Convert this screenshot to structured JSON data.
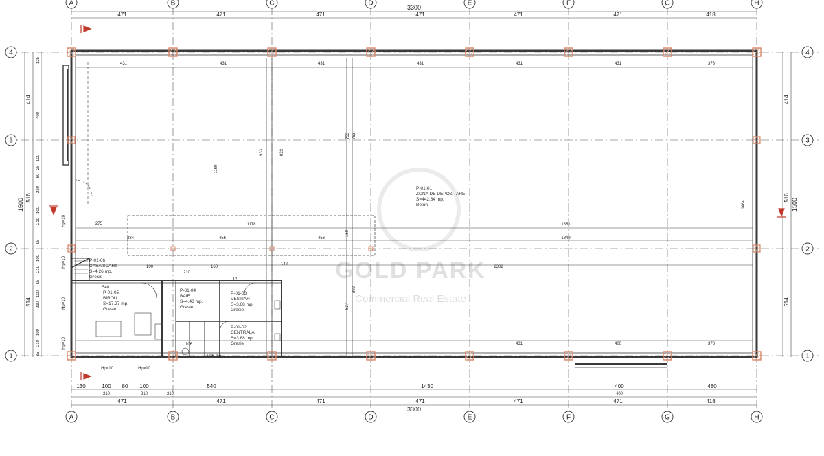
{
  "grid": {
    "columns": [
      "A",
      "B",
      "C",
      "D",
      "E",
      "F",
      "G",
      "H"
    ],
    "rows": [
      "4",
      "3",
      "2",
      "1"
    ]
  },
  "dimensions": {
    "top_total": "3300",
    "top_spans": [
      "471",
      "471",
      "471",
      "471",
      "471",
      "471",
      "418"
    ],
    "inner_top": [
      "431",
      "431",
      "431",
      "431",
      "431",
      "431",
      "378"
    ],
    "bottom_total": "3300",
    "bottom_spans": [
      "471",
      "471",
      "471",
      "471",
      "471",
      "471",
      "418"
    ],
    "bottom_openings": [
      "130",
      "100",
      "80",
      "100",
      "540",
      "1430",
      "400",
      "480"
    ],
    "bottom_openings_sub": [
      "210",
      "210",
      "210",
      "400"
    ],
    "inner_bottom": [
      "431",
      "400",
      "378",
      "106",
      "1.96 mp."
    ],
    "left_total": "1500",
    "left_spans": [
      "414",
      "516",
      "514"
    ],
    "left_detail": [
      "125",
      "400",
      "100",
      "25",
      "80",
      "220",
      "100",
      "210",
      "95",
      "100",
      "210",
      "95",
      "100",
      "210",
      "100",
      "210",
      "35"
    ],
    "right_total": "1500",
    "right_spans": [
      "414",
      "516",
      "514"
    ],
    "interior": [
      "1178",
      "1851",
      "1849",
      "456",
      "456",
      "2302",
      "1464",
      "527",
      "892",
      "1169",
      "933",
      "933",
      "753",
      "753",
      "150",
      "142",
      "275",
      "284",
      "540",
      "160",
      "210",
      "12",
      "100"
    ],
    "hp_labels": [
      "Hp=10",
      "Hp=10",
      "Hp=10",
      "Hp=10",
      "Hp=10",
      "Hp=10"
    ]
  },
  "rooms": [
    {
      "code": "P-01-01",
      "name": "ZONA DE DEPOZITARE",
      "area": "S=442.84 mp.",
      "finish": "Beton"
    },
    {
      "code": "P-01-05",
      "name": "BIROU",
      "area": "S=17.27 mp.",
      "finish": "Gresie"
    },
    {
      "code": "P-01-04",
      "name": "BAIE",
      "area": "S=4.48 mp.",
      "finish": "Gresie"
    },
    {
      "code": "P-01-03",
      "name": "VESTIAR",
      "area": "S=3.68 mp.",
      "finish": "Gresie"
    },
    {
      "code": "P-01-02",
      "name": "CENTRALA",
      "area": "S=3.68 mp.",
      "finish": "Gresie"
    },
    {
      "code": "P-01-06",
      "name": "CASA SCARII",
      "area": "S=4.26 mp.",
      "finish": "Gresie"
    }
  ],
  "watermark": {
    "brand": "GOLD PARK",
    "tagline": "Commercial Real Estate"
  },
  "colors": {
    "line": "#3a3a3a",
    "column": "#d8876a",
    "axis": "#555555"
  }
}
